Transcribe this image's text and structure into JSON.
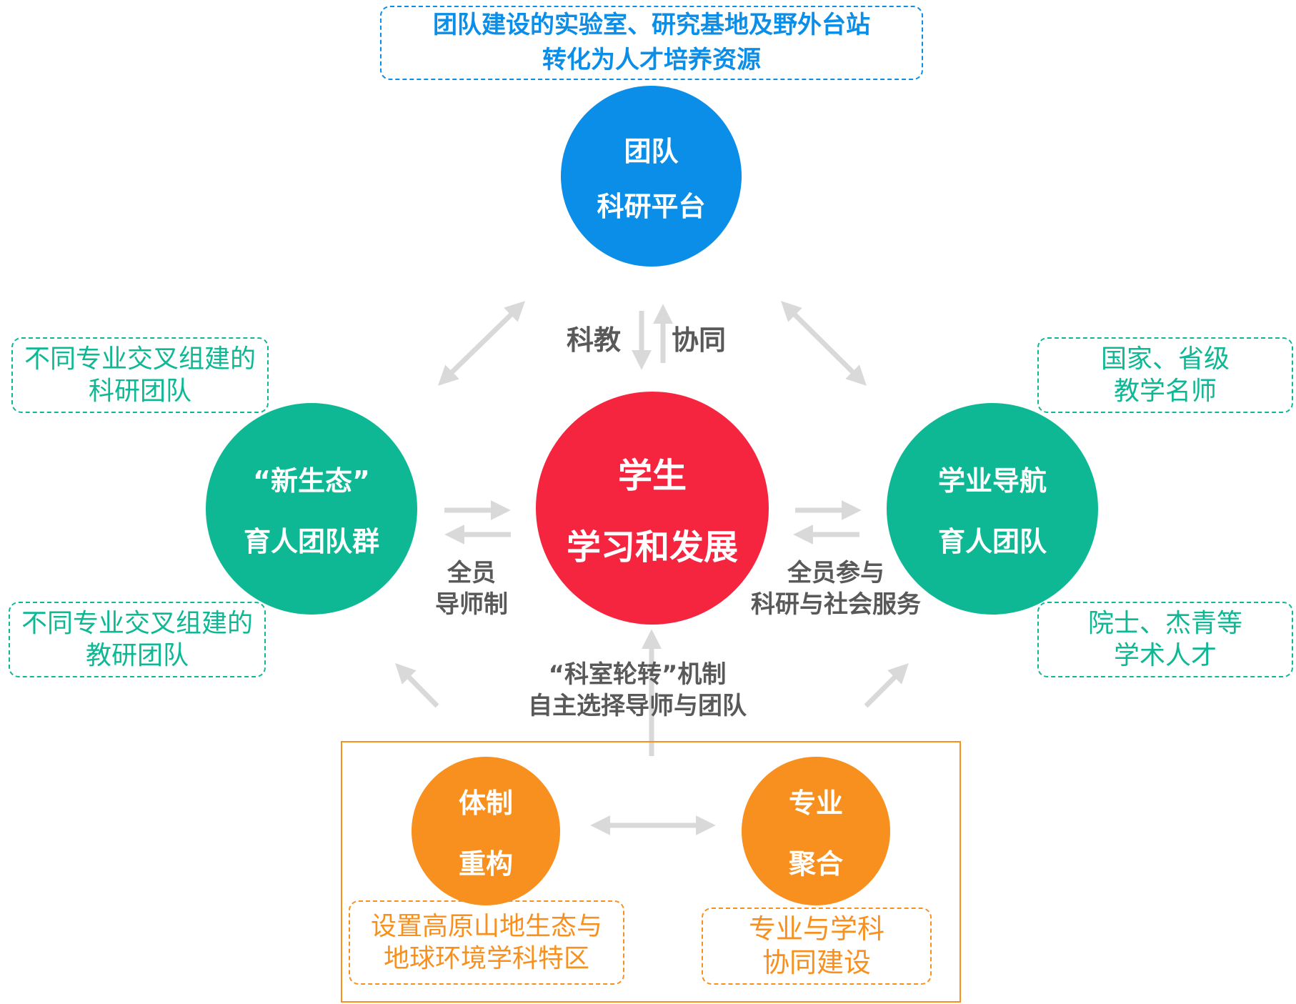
{
  "colors": {
    "top": "#0a8ee8",
    "center": "#f5243f",
    "side": "#0fb894",
    "bottom": "#f7901e",
    "arrow": "#d9d9d9",
    "label": "#595959"
  },
  "top_note": {
    "line1": "团队建设的实验室、研究基地及野外台站",
    "line2": "转化为人才培养资源"
  },
  "top_circle": {
    "line1": "团队",
    "line2": "科研平台"
  },
  "center_circle": {
    "line1": "学生",
    "line2": "学习和发展"
  },
  "left_circle": {
    "line1": "“新生态”",
    "line2": "育人团队群"
  },
  "right_circle": {
    "line1": "学业导航",
    "line2": "育人团队"
  },
  "bottom_left_circle": {
    "line1": "体制",
    "line2": "重构"
  },
  "bottom_right_circle": {
    "line1": "专业",
    "line2": "聚合"
  },
  "left_note_top": {
    "line1": "不同专业交叉组建的",
    "line2": "科研团队"
  },
  "left_note_bottom": {
    "line1": "不同专业交叉组建的",
    "line2": "教研团队"
  },
  "right_note_top": {
    "line1": "国家、省级",
    "line2": "教学名师"
  },
  "right_note_bottom": {
    "line1": "院士、杰青等",
    "line2": "学术人才"
  },
  "bottom_left_note": {
    "line1": "设置高原山地生态与",
    "line2": "地球环境学科特区"
  },
  "bottom_right_note": {
    "line1": "专业与学科",
    "line2": "协同建设"
  },
  "labels": {
    "keijiao": "科教",
    "xietong": "协同",
    "left": {
      "line1": "全员",
      "line2": "导师制"
    },
    "right": {
      "line1": "全员参与",
      "line2": "科研与社会服务"
    },
    "bottom": {
      "line1": "“科室轮转”机制",
      "line2": "自主选择导师与团队"
    }
  }
}
